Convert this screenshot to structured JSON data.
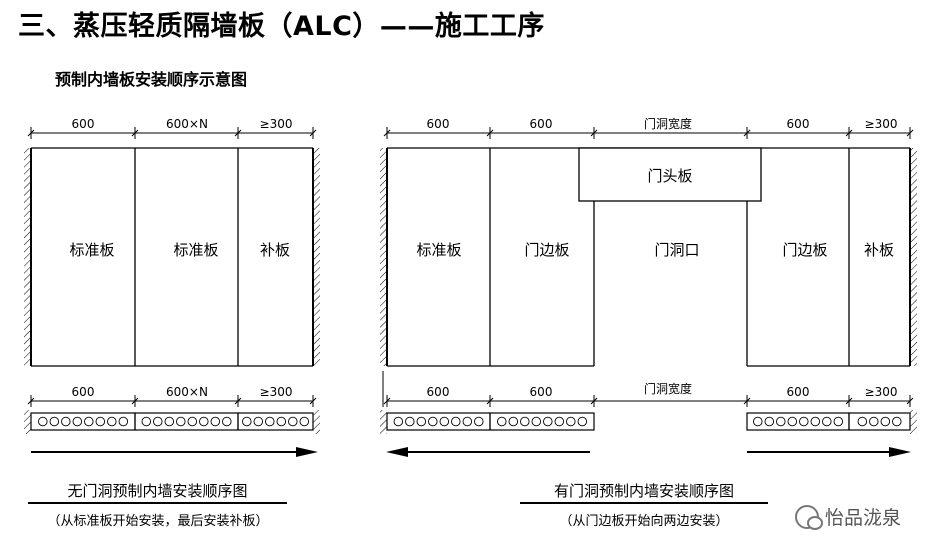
{
  "header": {
    "title": "三、蒸压轻质隔墙板（ALC）——施工工序",
    "subtitle": "预制内墙板安装顺序示意图"
  },
  "left_diagram": {
    "dims_top": [
      "600",
      "600×N",
      "≥300"
    ],
    "panels": [
      "标准板",
      "标准板",
      "补板"
    ],
    "dims_bottom": [
      "600",
      "600×N",
      "≥300"
    ],
    "caption": "无门洞预制内墙安装顺序图",
    "caption_note": "（从标准板开始安装，最后安装补板）"
  },
  "right_diagram": {
    "dims_top": [
      "600",
      "600",
      "门洞宽度",
      "600",
      "≥300"
    ],
    "lintel": "门头板",
    "panels": [
      "标准板",
      "门边板",
      "门洞口",
      "门边板",
      "补板"
    ],
    "dims_bottom": [
      "600",
      "600",
      "门洞宽度",
      "600",
      "≥300"
    ],
    "caption": "有门洞预制内墙安装顺序图",
    "caption_note": "（从门边板开始向两边安装）"
  },
  "watermark": {
    "text": "怡品泷泉",
    "icon": "wechat-icon"
  }
}
